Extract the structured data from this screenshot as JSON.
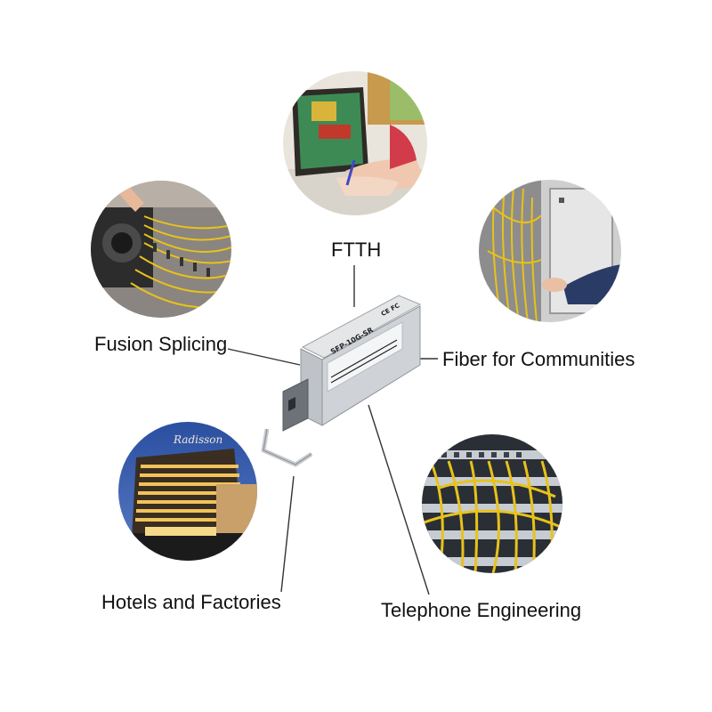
{
  "labels": {
    "ftth": "FTTH",
    "fusion_splicing": "Fusion Splicing",
    "fiber_for_communities": "Fiber for Communities",
    "hotels_and_factories": "Hotels and Factories",
    "telephone_engineering": "Telephone Engineering"
  },
  "module": {
    "model": "SFP-10G-SR",
    "marks": "CE FC",
    "sign_text": "Radisson"
  },
  "colors": {
    "background": "#ffffff",
    "text": "#111111",
    "leader_line": "#333333",
    "cable_yellow": "#e8c21a",
    "module_silver": "#d7d9dc"
  }
}
